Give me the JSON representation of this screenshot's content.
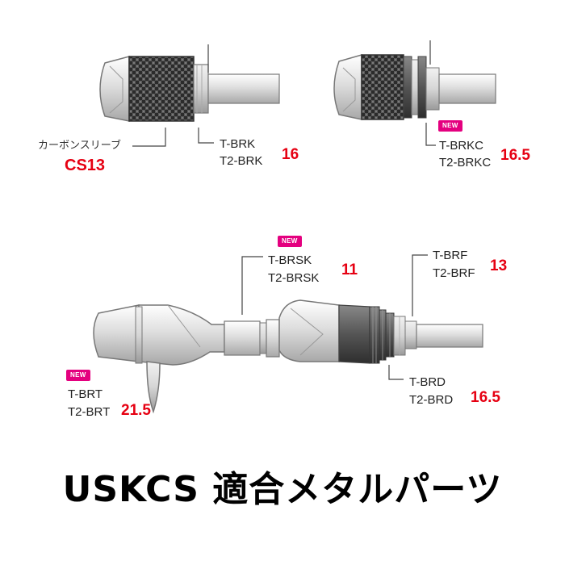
{
  "title": "USKCS 適合メタルパーツ",
  "badge_text": "NEW",
  "parts": {
    "sleeve": {
      "name": "カーボンスリーブ",
      "code": "CS13"
    },
    "brk": {
      "line1": "T-BRK",
      "line2": "T2-BRK",
      "value": "16"
    },
    "brkc": {
      "line1": "T-BRKC",
      "line2": "T2-BRKC",
      "value": "16.5",
      "is_new": true
    },
    "brsk": {
      "line1": "T-BRSK",
      "line2": "T2-BRSK",
      "value": "11",
      "is_new": true
    },
    "brf": {
      "line1": "T-BRF",
      "line2": "T2-BRF",
      "value": "13"
    },
    "brt": {
      "line1": "T-BRT",
      "line2": "T2-BRT",
      "value": "21.5",
      "is_new": true
    },
    "brd": {
      "line1": "T-BRD",
      "line2": "T2-BRD",
      "value": "16.5"
    }
  },
  "colors": {
    "accent": "#e60012",
    "badge": "#e4007f",
    "line": "#444444"
  }
}
